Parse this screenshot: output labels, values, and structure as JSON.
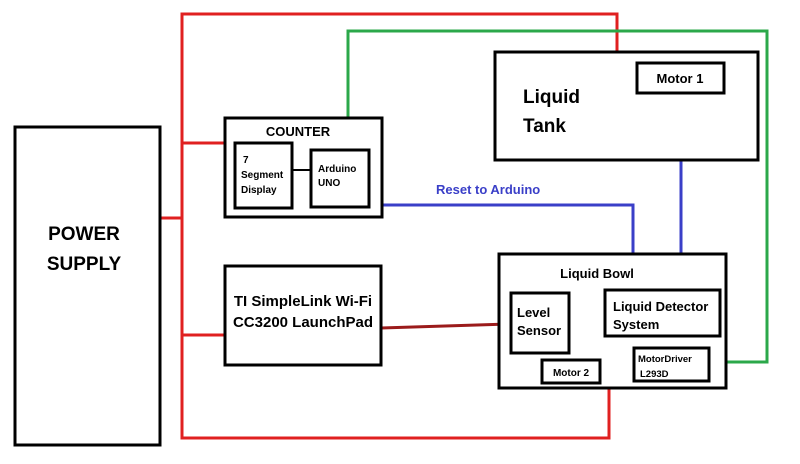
{
  "power_supply": {
    "line1": "POWER",
    "line2": "SUPPLY"
  },
  "counter": {
    "title": "COUNTER",
    "segment_display": {
      "line1": "7",
      "line2": "Segment",
      "line3": "Display"
    },
    "arduino": {
      "line1": "Arduino",
      "line2": "UNO"
    }
  },
  "launchpad": {
    "line1": "TI SimpleLink Wi-Fi",
    "line2": "CC3200 LaunchPad"
  },
  "liquid_tank": {
    "line1": "Liquid",
    "line2": "Tank",
    "motor": "Motor 1"
  },
  "liquid_bowl": {
    "title": "Liquid Bowl",
    "level_sensor": {
      "line1": "Level",
      "line2": "Sensor"
    },
    "detector": {
      "line1": "Liquid Detector",
      "line2": "System"
    },
    "motor2": "Motor 2",
    "driver": {
      "line1": "MotorDriver",
      "line2": "L293D"
    }
  },
  "reset_label": "Reset to Arduino",
  "colors": {
    "power_wire": "#e02020",
    "signal_wire": "#2ba84a",
    "reset_wire": "#3a3fc8",
    "data_wire": "#9b1b1b",
    "box_stroke": "#000000"
  }
}
